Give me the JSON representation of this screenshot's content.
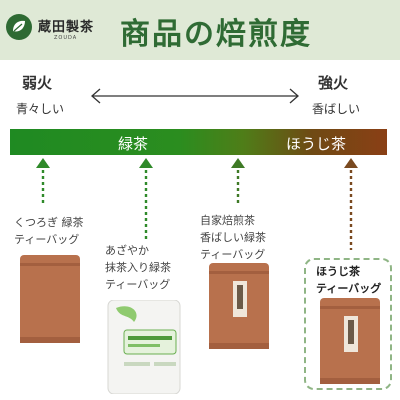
{
  "brand": {
    "name": "蔵田製茶",
    "sub": "ZOUDA"
  },
  "title": "商品の焙煎度",
  "scale": {
    "weak_label": "弱火",
    "weak_desc": "青々しい",
    "strong_label": "強火",
    "strong_desc": "香ばしい",
    "bar_left": "緑茶",
    "bar_right": "ほうじ茶"
  },
  "colors": {
    "accent": "#2f6b34",
    "green": "#1f8a22",
    "brown": "#8a3f15",
    "bag": "#b9734f"
  },
  "products": [
    {
      "line1": "くつろぎ 緑茶",
      "line2": "ティーバッグ"
    },
    {
      "line1": "あざやか",
      "line2": "抹茶入り緑茶",
      "line3": "ティーバッグ"
    },
    {
      "line1": "自家焙煎茶",
      "line2": "香ばしい緑茶",
      "line3": "ティーバッグ"
    },
    {
      "line1": "ほうじ茶",
      "line2": "ティーバッグ"
    }
  ]
}
